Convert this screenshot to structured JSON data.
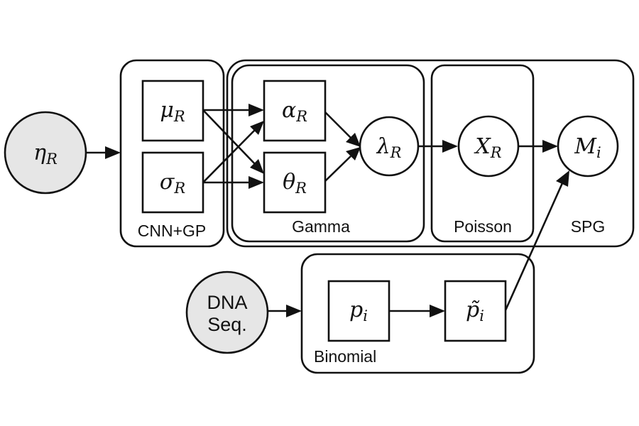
{
  "diagram": {
    "type": "probabilistic-graphical-model",
    "colors": {
      "stroke": "#111111",
      "observed_fill": "#e6e6e6",
      "latent_fill": "#ffffff"
    },
    "plates": {
      "cnn_gp": "CNN+GP",
      "gamma": "Gamma",
      "poisson": "Poisson",
      "spg": "SPG",
      "binomial": "Binomial"
    },
    "nodes": {
      "eta": {
        "symbol": "η",
        "sub": "R",
        "shape": "circle",
        "observed": true
      },
      "mu": {
        "symbol": "μ",
        "sub": "R",
        "shape": "square",
        "observed": false
      },
      "sigma": {
        "symbol": "σ",
        "sub": "R",
        "shape": "square",
        "observed": false
      },
      "alpha": {
        "symbol": "α",
        "sub": "R",
        "shape": "square",
        "observed": false
      },
      "theta": {
        "symbol": "θ",
        "sub": "R",
        "shape": "square",
        "observed": false
      },
      "lambda": {
        "symbol": "λ",
        "sub": "R",
        "shape": "circle",
        "observed": false
      },
      "x": {
        "symbol": "X",
        "sub": "R",
        "shape": "circle",
        "observed": false
      },
      "m": {
        "symbol": "M",
        "sub": "i",
        "shape": "circle",
        "observed": false
      },
      "dna": {
        "line1": "DNA",
        "line2": "Seq.",
        "shape": "circle",
        "observed": true
      },
      "p": {
        "symbol": "p",
        "sub": "i",
        "shape": "square",
        "observed": false
      },
      "ptilde": {
        "symbol": "p̃",
        "sub": "i",
        "shape": "square",
        "observed": false
      }
    },
    "edges": [
      [
        "eta",
        "cnn_gp"
      ],
      [
        "mu",
        "alpha"
      ],
      [
        "mu",
        "theta"
      ],
      [
        "sigma",
        "alpha"
      ],
      [
        "sigma",
        "theta"
      ],
      [
        "alpha",
        "lambda"
      ],
      [
        "theta",
        "lambda"
      ],
      [
        "lambda",
        "x"
      ],
      [
        "x",
        "m"
      ],
      [
        "dna",
        "binomial"
      ],
      [
        "p",
        "ptilde"
      ],
      [
        "ptilde",
        "m"
      ]
    ]
  }
}
